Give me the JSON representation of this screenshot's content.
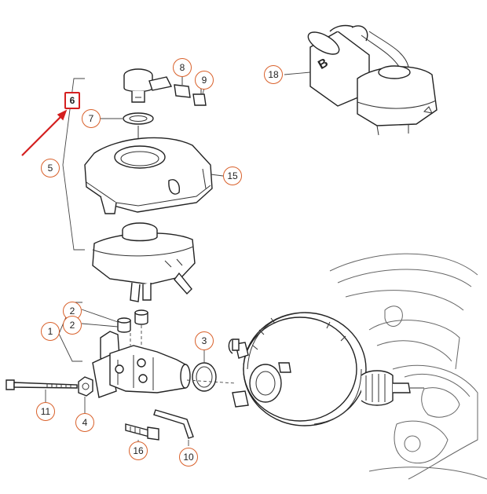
{
  "callouts": [
    {
      "id": "c1",
      "label": "1"
    },
    {
      "id": "c2a",
      "label": "2"
    },
    {
      "id": "c2b",
      "label": "2"
    },
    {
      "id": "c3",
      "label": "3"
    },
    {
      "id": "c4",
      "label": "4"
    },
    {
      "id": "c5",
      "label": "5"
    },
    {
      "id": "c6",
      "label": "6"
    },
    {
      "id": "c7",
      "label": "7"
    },
    {
      "id": "c8",
      "label": "8"
    },
    {
      "id": "c9",
      "label": "9"
    },
    {
      "id": "c10",
      "label": "10"
    },
    {
      "id": "c11",
      "label": "11"
    },
    {
      "id": "c15",
      "label": "15"
    },
    {
      "id": "c16",
      "label": "16"
    },
    {
      "id": "c18",
      "label": "18"
    }
  ],
  "reservoir_letter": "B",
  "colors": {
    "callout_border": "#d9602a",
    "highlight": "#d41f1f",
    "line": "#222222"
  }
}
